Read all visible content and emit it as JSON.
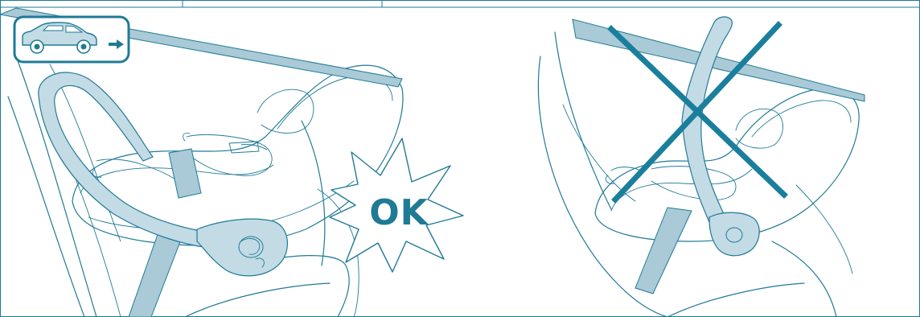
{
  "panels": [
    {
      "name": "left-panel",
      "stamp_text": "OK",
      "has_vehicle_direction_badge": true
    },
    {
      "name": "right-panel",
      "mark": "cross"
    }
  ],
  "colors": {
    "line": "#1f7a96",
    "fill_light": "#c3dbe5",
    "fill_mid": "#9dc3d1",
    "cross": "#1a7f9c"
  },
  "icons": {
    "badge": "car-facing-forward-icon",
    "arrow": "arrow-right-icon",
    "wrong": "cross-mark-icon"
  }
}
